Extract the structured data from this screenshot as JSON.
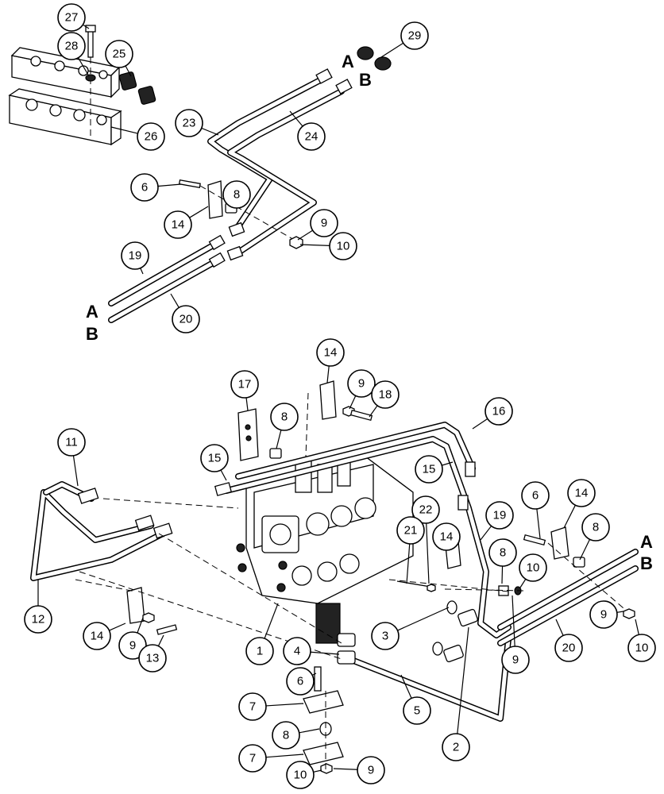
{
  "figure": {
    "port_labels": [
      "A",
      "B",
      "A",
      "B",
      "A",
      "B"
    ],
    "callouts": [
      "27",
      "28",
      "25",
      "26",
      "29",
      "23",
      "24",
      "6",
      "14",
      "8",
      "9",
      "10",
      "19",
      "20",
      "14",
      "9",
      "18",
      "17",
      "8",
      "16",
      "15",
      "15",
      "11",
      "12",
      "14",
      "9",
      "13",
      "1",
      "4",
      "6",
      "7",
      "8",
      "7",
      "10",
      "9",
      "5",
      "2",
      "3",
      "22",
      "21",
      "14",
      "19",
      "6",
      "14",
      "8",
      "8",
      "10",
      "9",
      "20",
      "9",
      "10"
    ]
  }
}
